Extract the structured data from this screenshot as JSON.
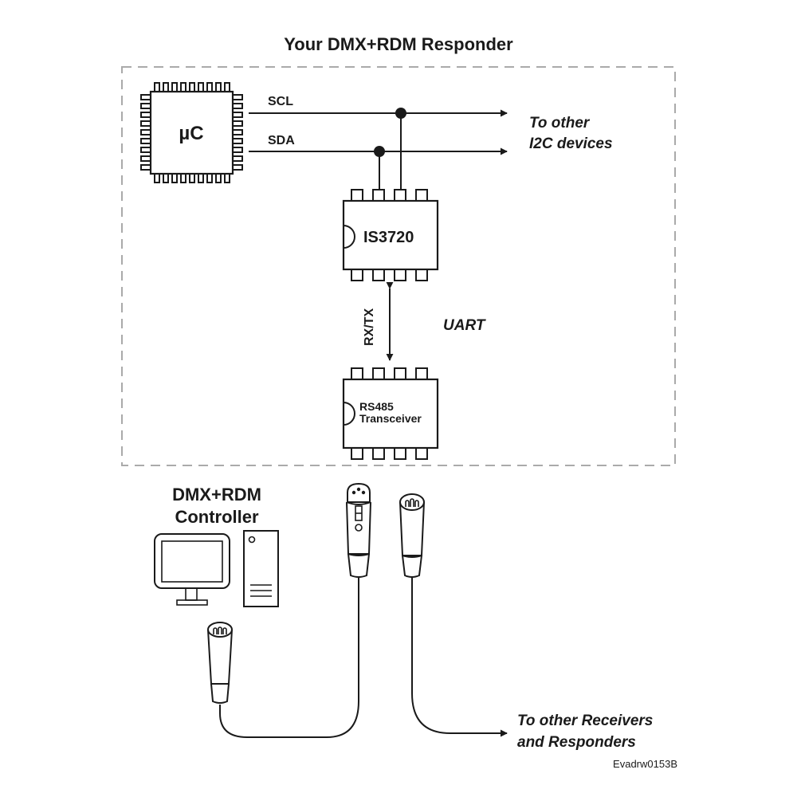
{
  "title": "Your DMX+RDM Responder",
  "responder_box": {
    "microcontroller": {
      "label": "µC"
    },
    "bus": {
      "scl_label": "SCL",
      "sda_label": "SDA",
      "destination_line1": "To other",
      "destination_line2": "I2C devices"
    },
    "interface_chip": {
      "label": "IS3720"
    },
    "uart_link": {
      "side_label": "RX/TX",
      "protocol_label": "UART"
    },
    "transceiver_chip": {
      "label_line1": "RS485",
      "label_line2": "Transceiver"
    }
  },
  "controller": {
    "label_line1": "DMX+RDM",
    "label_line2": "Controller"
  },
  "downstream": {
    "label_line1": "To other Receivers",
    "label_line2": "and Responders"
  },
  "drawing_id": "Evadrw0153B",
  "colors": {
    "line": "#1a1a1a",
    "dashed_border": "#aaaaaa",
    "background": "#ffffff"
  }
}
